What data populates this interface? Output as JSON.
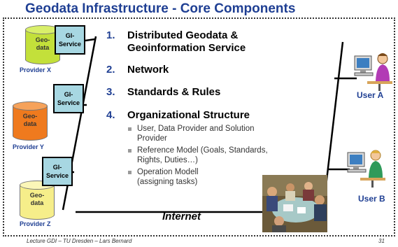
{
  "slide": {
    "title": "Geodata Infrastructure - Core Components"
  },
  "providers": [
    {
      "db_label": "Geo-\ndata",
      "service_label": "GI-\nService",
      "name": "Provider X",
      "db_color": "#c3e03a"
    },
    {
      "db_label": "Geo-\ndata",
      "service_label": "GI-\nService",
      "name": "Provider Y",
      "db_color": "#ef7a1e"
    },
    {
      "db_label": "Geo-\ndata",
      "service_label": "GI-\nService",
      "name": "Provider Z",
      "db_color": "#f6ee8a"
    }
  ],
  "components": [
    {
      "number": "1.",
      "line1": "Distributed Geodata &",
      "line2": "Geoinformation Service"
    },
    {
      "number": "2.",
      "line1": "Network"
    },
    {
      "number": "3.",
      "line1": "Standards & Rules"
    },
    {
      "number": "4.",
      "line1": "Organizational Structure"
    }
  ],
  "sub_items": [
    {
      "line1": "User, Data Provider and Solution",
      "line2": "Provider"
    },
    {
      "line1": "Reference Model (Goals, Standards,",
      "line2": "Rights, Duties…)"
    },
    {
      "line1": "Operation Modell",
      "line2": "(assigning tasks)"
    }
  ],
  "network_label": "Internet",
  "users": [
    {
      "name": "User A"
    },
    {
      "name": "User B"
    }
  ],
  "footer": {
    "text": "Lecture GDI – TU Dresden – Lars Bernard",
    "page": "31"
  },
  "colors": {
    "title": "#1f3f93",
    "accent_number": "#1f3f93",
    "service_box": "#a7d7e2"
  },
  "icons": {
    "user_a": "person-at-computer-icon",
    "user_b": "person-at-computer-icon",
    "meeting": "meeting-photo"
  }
}
